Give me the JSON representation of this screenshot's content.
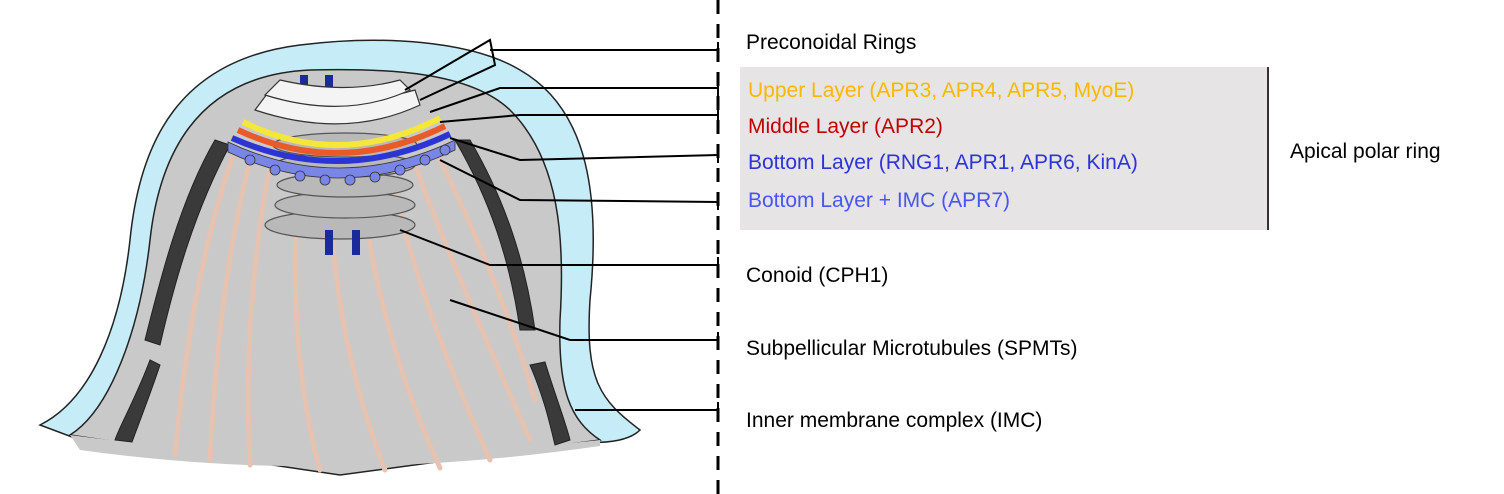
{
  "labels": {
    "preconoidal": "Preconoidal Rings",
    "conoid": "Conoid (CPH1)",
    "spmt": "Subpellicular Microtubules (SPMTs)",
    "imc": "Inner membrane complex (IMC)",
    "apical": "Apical polar ring"
  },
  "apr_layers": [
    {
      "text": "Upper Layer (APR3, APR4,  APR5, MyoE)",
      "color": "#f9b800"
    },
    {
      "text": "Middle Layer (APR2)",
      "color": "#c00000"
    },
    {
      "text": "Bottom Layer (RNG1, APR1, APR6, KinA)",
      "color": "#2d34d4"
    },
    {
      "text": "Bottom Layer + IMC (APR7)",
      "color": "#4a55f0"
    }
  ],
  "colors": {
    "membrane": "#c5ecf7",
    "cytoplasm": "#c9c9c9",
    "imc": "#3a3a3a",
    "microtubule": "#e6c2b0",
    "box": "#e6e4e5"
  }
}
